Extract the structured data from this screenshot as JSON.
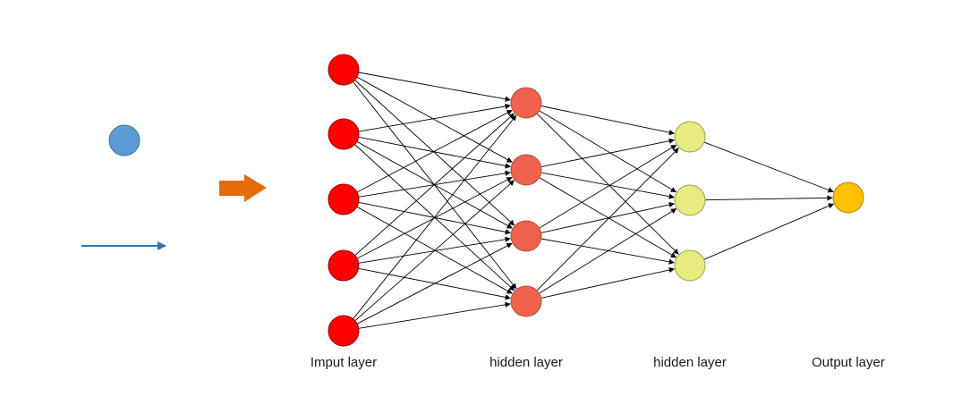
{
  "colors": {
    "background": "#ffffff",
    "legend_node": "#5b9bd5",
    "legend_node_stroke": "#41719c",
    "legend_arrow": "#2e75b6",
    "flow_arrow": "#e36c0a",
    "input_node": "#ff0000",
    "input_node_stroke": "#990000",
    "hidden1_node": "#f0624d",
    "hidden1_node_stroke": "#b34f3c",
    "hidden2_node": "#e8eb80",
    "hidden2_node_stroke": "#9ea24a",
    "output_node": "#ffc000",
    "output_node_stroke": "#b38700",
    "edge": "#000000"
  },
  "legend": {
    "node_icon": "circle-node",
    "edge_icon": "right-arrow"
  },
  "flow_arrow_icon": "block-arrow-right",
  "layers": [
    {
      "label": "Imput layer",
      "node_count": 5,
      "color_key": "input_node"
    },
    {
      "label": "hidden layer",
      "node_count": 4,
      "color_key": "hidden1_node"
    },
    {
      "label": "hidden layer",
      "node_count": 3,
      "color_key": "hidden2_node"
    },
    {
      "label": "Output layer",
      "node_count": 1,
      "color_key": "output_node"
    }
  ]
}
